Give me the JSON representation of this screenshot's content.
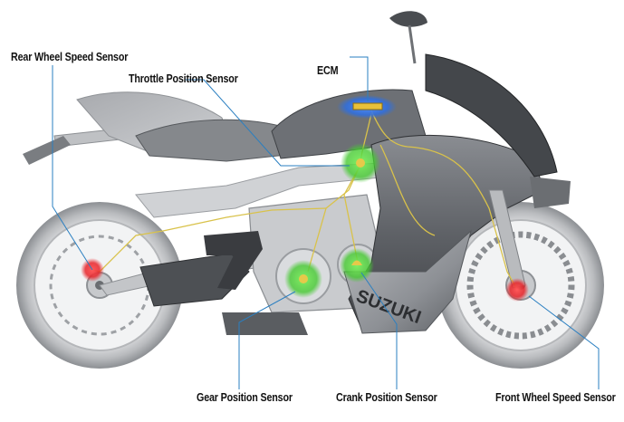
{
  "diagram": {
    "brand": "SUZUKI",
    "labels": {
      "rear_wheel_speed": "Rear Wheel Speed Sensor",
      "throttle_position": "Throttle Position Sensor",
      "ecm": "ECM",
      "gear_position": "Gear Position Sensor",
      "crank_position": "Crank Position Sensor",
      "front_wheel_speed": "Front Wheel Speed Sensor"
    },
    "colors": {
      "leader_line": "#2a7fc1",
      "wiring": "#d9c24a",
      "sensor_green": "#4cd13a",
      "sensor_red": "#e8242a",
      "ecm_blue": "#2f6fe0",
      "fairing": "#6e7176"
    }
  }
}
